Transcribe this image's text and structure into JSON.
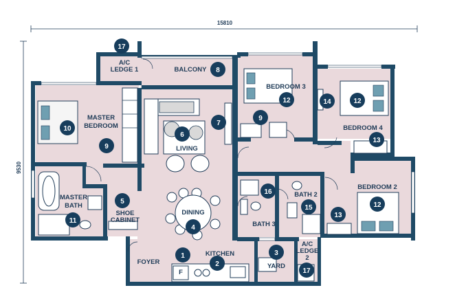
{
  "dimensions": {
    "width": "15810",
    "height": "9530"
  },
  "rooms": {
    "master_bedroom": {
      "label_line1": "MASTER",
      "label_line2": "BEDROOM"
    },
    "master_bath": {
      "label_line1": "MASTER",
      "label_line2": "BATH"
    },
    "ac_ledge_1": {
      "label_line1": "A/C",
      "label_line2": "LEDGE 1"
    },
    "balcony": {
      "label": "BALCONY"
    },
    "living": {
      "label": "LIVING"
    },
    "dining": {
      "label": "DINING"
    },
    "shoe_cabinet": {
      "label_line1": "SHOE",
      "label_line2": "CABINET"
    },
    "foyer": {
      "label": "FOYER"
    },
    "kitchen": {
      "label": "KITCHEN"
    },
    "yard": {
      "label": "YARD"
    },
    "ac_ledge_2": {
      "label_line1": "A/C",
      "label_line2": "LEDGE",
      "label_line3": "2"
    },
    "bedroom_3": {
      "label": "BEDROOM 3"
    },
    "bedroom_4": {
      "label": "BEDROOM 4"
    },
    "bedroom_2": {
      "label": "BEDROOM 2"
    },
    "bath_3": {
      "label": "BATH 3"
    },
    "bath_2": {
      "label": "BATH 2"
    }
  },
  "fridge_label": "F",
  "markers": [
    "17",
    "8",
    "10",
    "9",
    "6",
    "7",
    "5",
    "4",
    "11",
    "1",
    "2",
    "3",
    "17",
    "12",
    "9",
    "14",
    "12",
    "13",
    "16",
    "15",
    "13",
    "12"
  ]
}
